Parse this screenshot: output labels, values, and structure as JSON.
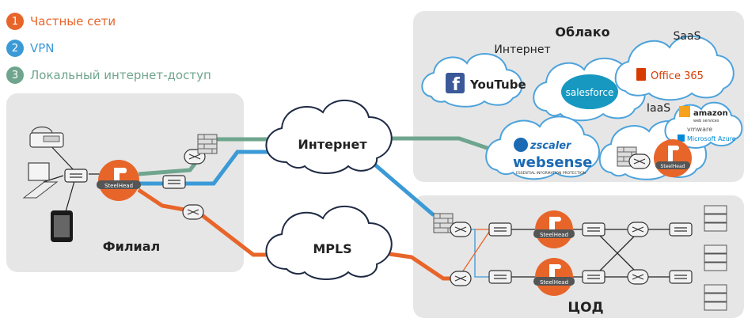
{
  "colors": {
    "private": "#e8652a",
    "vpn": "#3b9ad6",
    "internet_local": "#6fa58e",
    "panel": "#e6e6e6",
    "cloud_stroke": "#1f2a44",
    "saas_cloud_stroke": "#4da3dc",
    "steelhead": "#e8652a",
    "router": "#2a2a2a"
  },
  "legend": [
    {
      "num": "1",
      "label": "Частные сети",
      "color": "#e8652a"
    },
    {
      "num": "2",
      "label": "VPN",
      "color": "#3b9ad6"
    },
    {
      "num": "3",
      "label": "Локальный интернет-доступ",
      "color": "#6fa58e"
    }
  ],
  "branch": {
    "title": "Филиал",
    "device_label": "SteelHead"
  },
  "clouds": {
    "internet": "Интернет",
    "mpls": "MPLS"
  },
  "cloud_panel": {
    "title": "Облако",
    "internet_label": "Интернет",
    "saas_label": "SaaS",
    "iaas_label": "IaaS",
    "logos": {
      "youtube": "YouTube",
      "salesforce": "salesforce",
      "office": "Office 365",
      "zscaler": "zscaler",
      "websense": "websense",
      "websense_tag": "ESSENTIAL INFORMATION PROTECTION",
      "amazon": "amazon",
      "amazon_sub": "web services",
      "vmware": "vmware",
      "azure": "Microsoft Azure",
      "steelhead": "SteelHead"
    }
  },
  "dc": {
    "title": "ЦОД",
    "device_label_top": "SteelHead",
    "device_label_bottom": "SteelHead"
  }
}
